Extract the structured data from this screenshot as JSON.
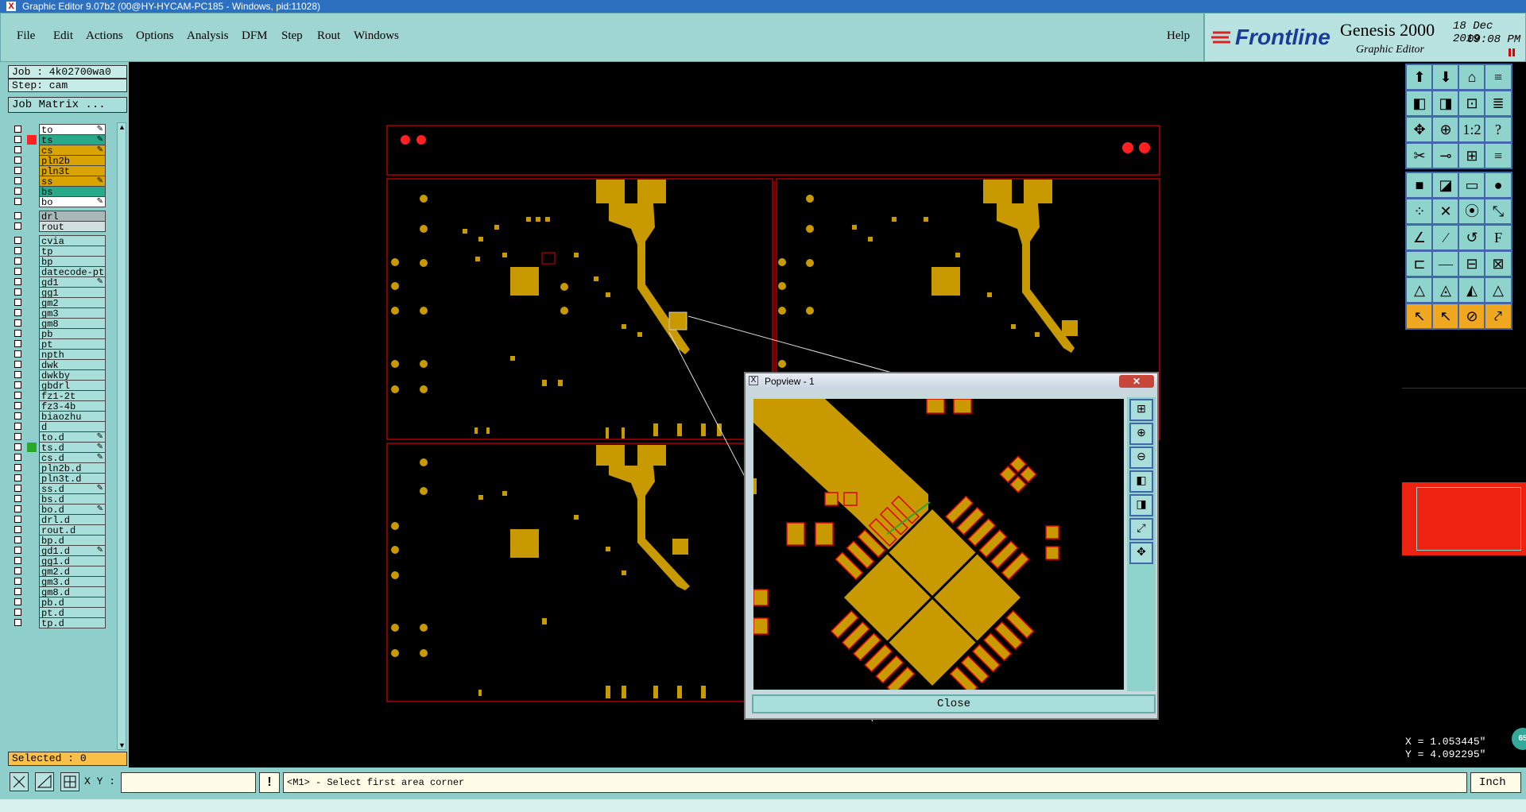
{
  "window": {
    "title": "Graphic Editor 9.07b2 (00@HY-HYCAM-PC185 - Windows, pid:11028)"
  },
  "menu": {
    "items": [
      "File",
      "Edit",
      "Actions",
      "Options",
      "Analysis",
      "DFM",
      "Step",
      "Rout",
      "Windows"
    ],
    "help": "Help"
  },
  "brand": {
    "logo": "Frontline",
    "product": "Genesis 2000",
    "subtitle": "Graphic Editor",
    "date": "18 Dec 2019",
    "time": "09:08 PM"
  },
  "job": {
    "job": "Job : 4k02700wa0",
    "step": "Step: cam",
    "matrix": "Job Matrix ..."
  },
  "layers": [
    {
      "name": "to",
      "color": "#ffffff",
      "edit": true,
      "mark": ""
    },
    {
      "name": "ts",
      "color": "#2aa88a",
      "edit": true,
      "mark": "#ff2020"
    },
    {
      "name": "cs",
      "color": "#d9a400",
      "edit": true,
      "mark": ""
    },
    {
      "name": "pln2b",
      "color": "#d9a400",
      "edit": false,
      "mark": ""
    },
    {
      "name": "pln3t",
      "color": "#d9a400",
      "edit": false,
      "mark": ""
    },
    {
      "name": "ss",
      "color": "#d9a400",
      "edit": true,
      "mark": ""
    },
    {
      "name": "bs",
      "color": "#2aa88a",
      "edit": false,
      "mark": ""
    },
    {
      "name": "bo",
      "color": "#ffffff",
      "edit": true,
      "mark": ""
    }
  ],
  "layers2": [
    {
      "name": "drl",
      "color": "#a8b8b8"
    },
    {
      "name": "rout",
      "color": "#d0e0e0"
    }
  ],
  "layers3": [
    {
      "name": "cvia",
      "edit": false
    },
    {
      "name": "tp",
      "edit": false
    },
    {
      "name": "bp",
      "edit": false
    },
    {
      "name": "datecode-pt",
      "edit": false
    },
    {
      "name": "gd1",
      "edit": true
    },
    {
      "name": "gg1",
      "edit": false
    },
    {
      "name": "gm2",
      "edit": false
    },
    {
      "name": "gm3",
      "edit": false
    },
    {
      "name": "gm8",
      "edit": false
    },
    {
      "name": "pb",
      "edit": false
    },
    {
      "name": "pt",
      "edit": false
    },
    {
      "name": "npth",
      "edit": false
    },
    {
      "name": "dwk",
      "edit": false
    },
    {
      "name": "dwkby",
      "edit": false
    },
    {
      "name": "gbdrl",
      "edit": false
    },
    {
      "name": "fz1-2t",
      "edit": false
    },
    {
      "name": "fz3-4b",
      "edit": false
    },
    {
      "name": "biaozhu",
      "edit": false
    },
    {
      "name": "d",
      "edit": false
    },
    {
      "name": "to.d",
      "edit": true
    },
    {
      "name": "ts.d",
      "edit": true
    },
    {
      "name": "cs.d",
      "edit": true
    },
    {
      "name": "pln2b.d",
      "edit": false
    },
    {
      "name": "pln3t.d",
      "edit": false
    },
    {
      "name": "ss.d",
      "edit": true
    },
    {
      "name": "bs.d",
      "edit": false
    },
    {
      "name": "bo.d",
      "edit": true
    },
    {
      "name": "drl.d",
      "edit": false
    },
    {
      "name": "rout.d",
      "edit": false
    },
    {
      "name": "bp.d",
      "edit": false
    },
    {
      "name": "gd1.d",
      "edit": true
    },
    {
      "name": "gg1.d",
      "edit": false
    },
    {
      "name": "gm2.d",
      "edit": false
    },
    {
      "name": "gm3.d",
      "edit": false
    },
    {
      "name": "gm8.d",
      "edit": false
    },
    {
      "name": "pb.d",
      "edit": false
    },
    {
      "name": "pt.d",
      "edit": false
    },
    {
      "name": "tp.d",
      "edit": false
    }
  ],
  "selected": "Selected : 0",
  "coords": {
    "x": "X = 1.053445\"",
    "y": "Y = 4.092295\""
  },
  "zoom_badge": "65",
  "status": {
    "xy_label": "X Y :",
    "xy_value": "",
    "message": "<M1> - Select first area corner",
    "units": "Inch"
  },
  "popview": {
    "title": "Popview - 1",
    "close_x": "✕",
    "close": "Close"
  },
  "colors": {
    "pcb_copper": "#c89a00",
    "pcb_outline": "#dd0000",
    "panel": "#8fcfcb",
    "accent": "#2e70c0"
  }
}
